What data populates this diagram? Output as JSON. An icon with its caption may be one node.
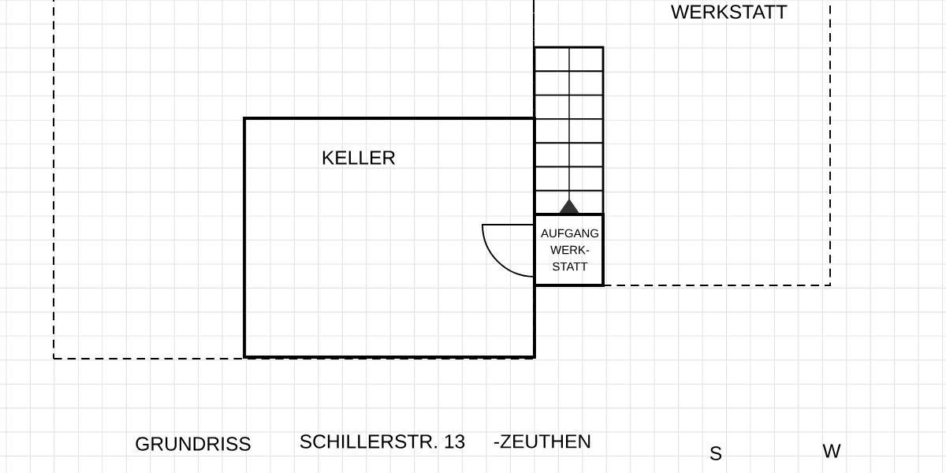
{
  "diagram": {
    "nodes": [
      {
        "text": [],
        "shape": "box"
      },
      {
        "text": [
          "WERKSTATT"
        ]
      },
      {
        "text": [
          "KELLER"
        ],
        "in": 0
      },
      {
        "text": [
          "AUFGANG WERK- STATT"
        ],
        "in": 1
      }
    ],
    "labels": [
      "GRUNDRISS",
      "SCHILLERSTR. 13",
      "-ZEUTHEN",
      "S",
      "W"
    ]
  }
}
